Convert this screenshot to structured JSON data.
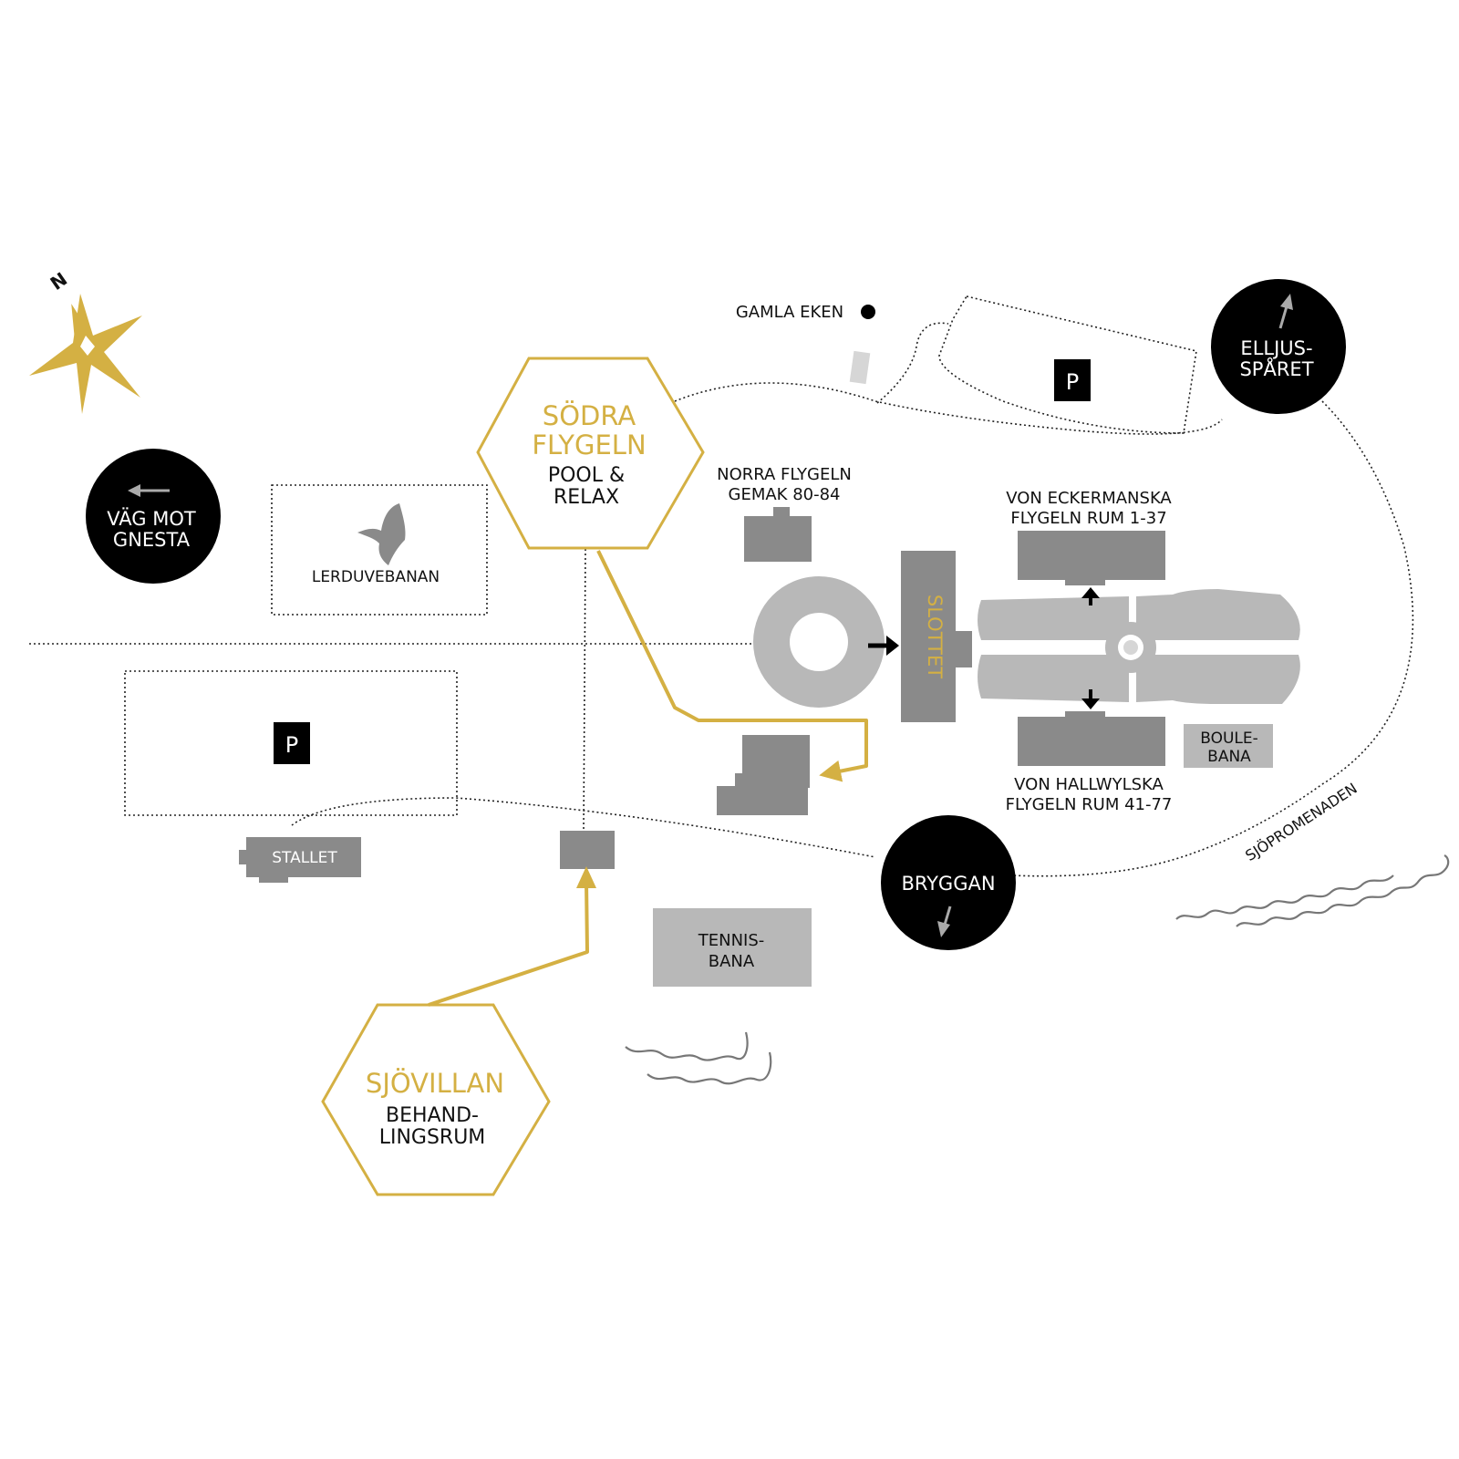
{
  "compass": {
    "label": "N"
  },
  "colors": {
    "gold": "#d4b043",
    "dark_gray": "#8a8a8a",
    "light_gray": "#b8b8b8",
    "black": "#000000",
    "white": "#ffffff"
  },
  "places": {
    "gamla_eken": "GAMLA EKEN",
    "vag_mot_gnesta": [
      "VÄG MOT",
      "GNESTA"
    ],
    "lerduvebanan": "LERDUVEBANAN",
    "sodra_flygeln": {
      "title": [
        "SÖDRA",
        "FLYGELN"
      ],
      "subtitle": [
        "POOL &",
        "RELAX"
      ]
    },
    "norra_flygeln": [
      "NORRA FLYGELN",
      "GEMAK 80-84"
    ],
    "slottet": "SLOTTET",
    "von_eckermanska": [
      "VON ECKERMANSKA",
      "FLYGELN RUM 1-37"
    ],
    "von_hallwylska": [
      "VON HALLWYLSKA",
      "FLYGELN RUM 41-77"
    ],
    "boulebana": [
      "BOULE-",
      "BANA"
    ],
    "elljusparet": [
      "ELLJUS-",
      "SPÅRET"
    ],
    "parking": "P",
    "stallet": "STALLET",
    "tennisbana": [
      "TENNIS-",
      "BANA"
    ],
    "bryggan": "BRYGGAN",
    "sjopromenaden": "SJÖPROMENADEN",
    "sjovillan": {
      "title": "SJÖVILLAN",
      "subtitle": [
        "BEHAND-",
        "LINGSRUM"
      ]
    }
  },
  "icons": {
    "compass": "compass-star-icon",
    "dove": "dove-icon",
    "arrow": "arrow-icon",
    "waves": "waves-icon"
  }
}
